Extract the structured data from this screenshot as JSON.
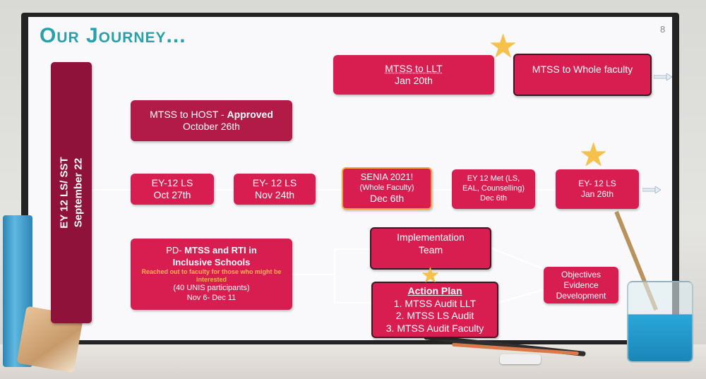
{
  "slide": {
    "title": "Our Journey...",
    "page_number": "8"
  },
  "vertical_bar": {
    "line1": "EY 12 LS/ SST",
    "line2": "September 22"
  },
  "boxes": {
    "mtss_llt": {
      "line1": "MTSS to LLT",
      "line2": "Jan 20th"
    },
    "mtss_faculty": {
      "line1": "MTSS to Whole faculty"
    },
    "mtss_host": {
      "line1_a": "MTSS to HOST - ",
      "line1_b": "Approved",
      "line2": "October 26th"
    },
    "ey12_oct": {
      "line1": "EY-12 LS",
      "line2": "Oct 27th"
    },
    "ey12_nov": {
      "line1": "EY- 12 LS",
      "line2": "Nov 24th"
    },
    "senia": {
      "line1": "SENIA 2021!",
      "line2": "(Whole Faculty)",
      "line3": "Dec 6th"
    },
    "ey12_met": {
      "line1": "EY 12 Met (LS,",
      "line2": "EAL, Counselling)",
      "line3": "Dec 6th"
    },
    "ey12_jan": {
      "line1": "EY- 12 LS",
      "line2": "Jan 26th"
    },
    "pd": {
      "line1_a": "PD- ",
      "line1_b": "MTSS and RTI in",
      "line2": "Inclusive Schools",
      "note": "Reached out to faculty for those who might be interested",
      "line3": "(40 UNIS participants)",
      "line4": "Nov 6- Dec 11"
    },
    "implementation": {
      "line1": "Implementation",
      "line2": "Team"
    },
    "action_plan": {
      "heading": "Action Plan",
      "items": [
        "1.  MTSS Audit LLT",
        "2.  MTSS LS Audit",
        "3.  MTSS Audit Faculty"
      ]
    },
    "objectives": {
      "line1": "Objectives",
      "line2": "Evidence",
      "line3": "Development"
    }
  },
  "colors": {
    "accent": "#d81e50",
    "dark_bar": "#8e1239",
    "title": "#2aa0ab",
    "star": "#f6c14a"
  }
}
